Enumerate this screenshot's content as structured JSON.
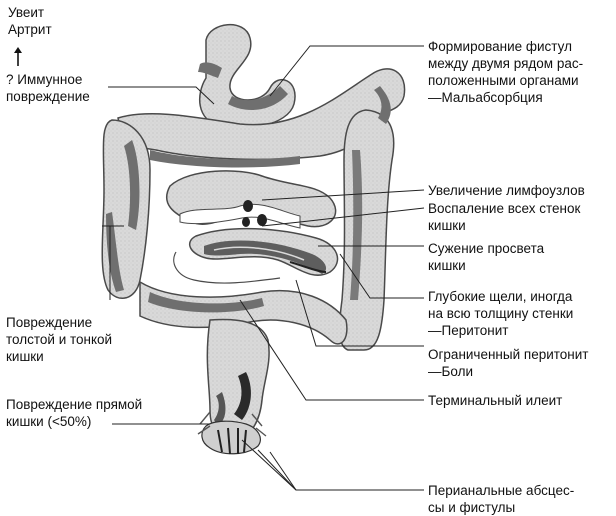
{
  "colors": {
    "background": "#ffffff",
    "text": "#111111",
    "bowel_fill": "#d6d6d6",
    "bowel_stroke": "#4a4a4a",
    "lesion": "#6f6f6f",
    "dark": "#222222"
  },
  "labels": {
    "uveitis": "Увеит",
    "arthritis": "Артрит",
    "immune_1": "? Иммунное",
    "immune_2": "повреждение",
    "fistula_1": "Формирование фистул",
    "fistula_2": "между двумя рядом рас-",
    "fistula_3": "положенными органами",
    "fistula_4": "—Мальабсорбция",
    "lymph": "Увеличение лимфоузлов",
    "inflam_1": "Воспаление всех стенок",
    "inflam_2": "кишки",
    "narrow_1": "Сужение просвета",
    "narrow_2": "кишки",
    "deep_1": "Глубокие щели, иногда",
    "deep_2": "на всю толщину стенки",
    "deep_3": "—Перитонит",
    "limited_1": "Ограниченный перитонит",
    "limited_2": "—Боли",
    "ileitis": "Терминальный илеит",
    "colon_1": "Повреждение",
    "colon_2": "толстой и тонкой",
    "colon_3": "кишки",
    "rectum_1": "Повреждение прямой",
    "rectum_2": "кишки (<50%)",
    "perianal_1": "Перианальные абсцес-",
    "perianal_2": "сы и фистулы"
  }
}
